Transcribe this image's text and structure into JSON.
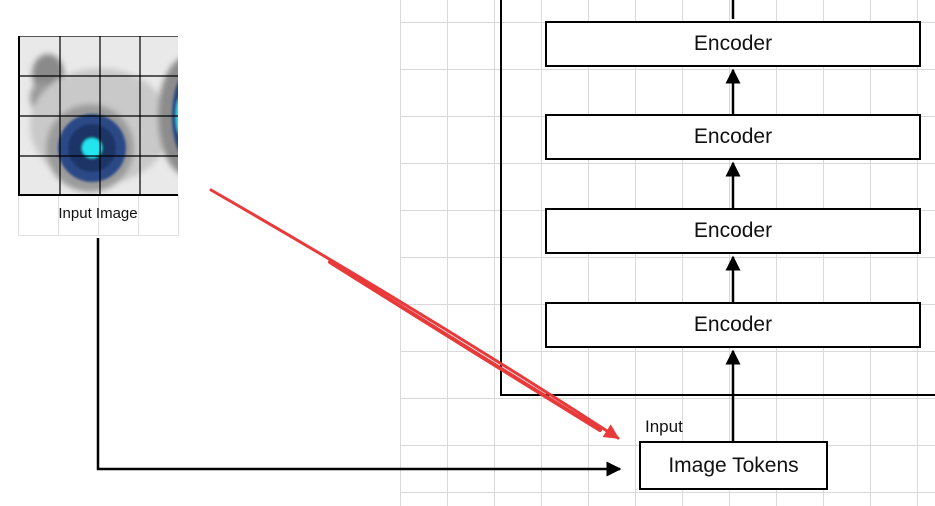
{
  "diagram": {
    "input_image_caption": "Input Image",
    "input_label": "Input",
    "tokens_label": "Image Tokens",
    "encoders": [
      "Encoder",
      "Encoder",
      "Encoder",
      "Encoder"
    ]
  },
  "colors": {
    "line": "#000000",
    "highlight_arrow": "#e83a3a",
    "grid": "#d9d9d9",
    "eye_outer": "#2b4a86",
    "eye_inner": "#1f3466",
    "pupil": "#23e5f0",
    "ring": "#d9d9d9"
  }
}
